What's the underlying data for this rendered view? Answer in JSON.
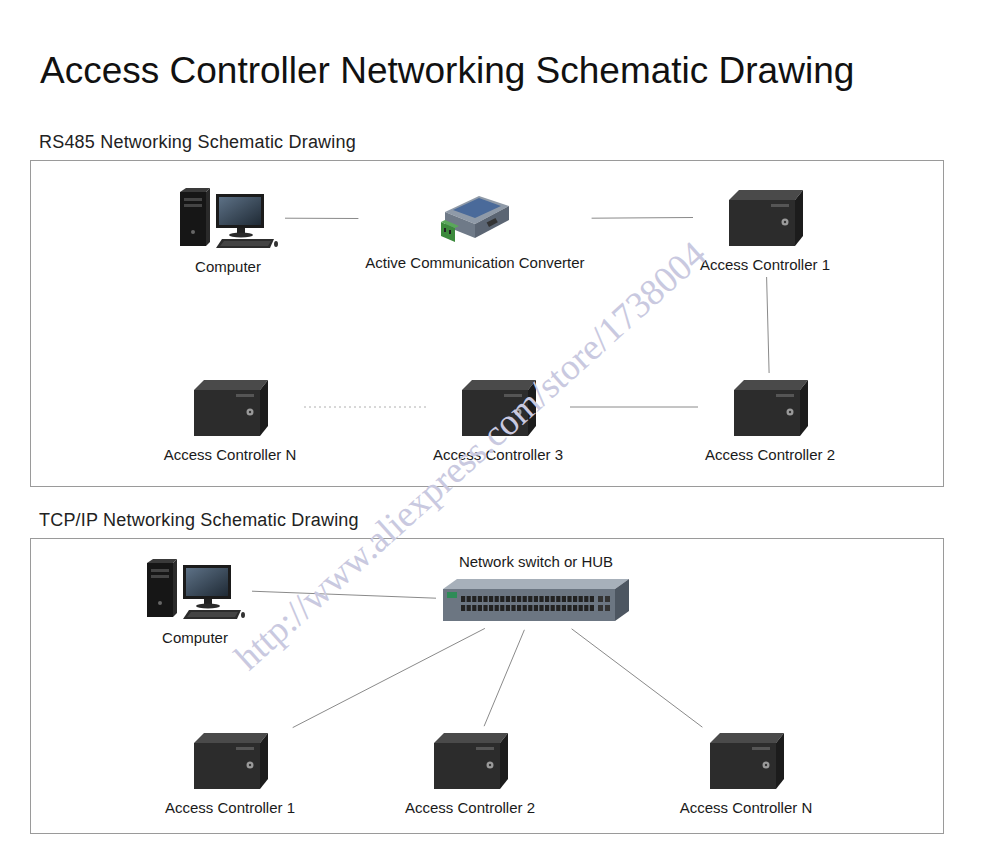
{
  "diagram": {
    "title": "Access Controller Networking Schematic Drawing",
    "nodes": [
      {
        "text": [
          "RS485 Networking Schematic Drawing"
        ]
      },
      {
        "text": [
          "Computer"
        ],
        "in": 0
      },
      {
        "text": [
          "Active  Communication Converter"
        ],
        "in": 0
      },
      {
        "text": [
          "Access Controller 1"
        ],
        "in": 0
      },
      {
        "text": [
          "Access Controller N"
        ],
        "in": 0
      },
      {
        "text": [
          "Access Controller 3"
        ],
        "in": 0
      },
      {
        "text": [
          "Access Controller 2"
        ],
        "in": 0
      },
      {
        "text": [
          "TCP/IP Networking Schematic Drawing"
        ]
      },
      {
        "text": [
          "Computer"
        ],
        "in": 7
      },
      {
        "text": [
          "Network switch or HUB"
        ],
        "in": 7
      },
      {
        "text": [
          "Access Controller 1"
        ],
        "in": 7
      },
      {
        "text": [
          "Access Controller 2"
        ],
        "in": 7
      },
      {
        "text": [
          "Access Controller N"
        ],
        "in": 7
      }
    ],
    "edges": [
      {
        "from": 1,
        "to": 2,
        "arrow": "none"
      },
      {
        "from": 2,
        "to": 3,
        "arrow": "none"
      },
      {
        "from": 3,
        "to": 6,
        "arrow": "none"
      },
      {
        "from": 6,
        "to": 5,
        "arrow": "none"
      },
      {
        "from": 5,
        "to": 4,
        "arrow": "none"
      },
      {
        "from": 8,
        "to": 9,
        "arrow": "none"
      },
      {
        "from": 9,
        "to": 10,
        "arrow": "none"
      },
      {
        "from": 9,
        "to": 11,
        "arrow": "none"
      },
      {
        "from": 9,
        "to": 12,
        "arrow": "none"
      }
    ],
    "labels": [
      "http://www.aliexpress.com/store/1738004"
    ]
  }
}
